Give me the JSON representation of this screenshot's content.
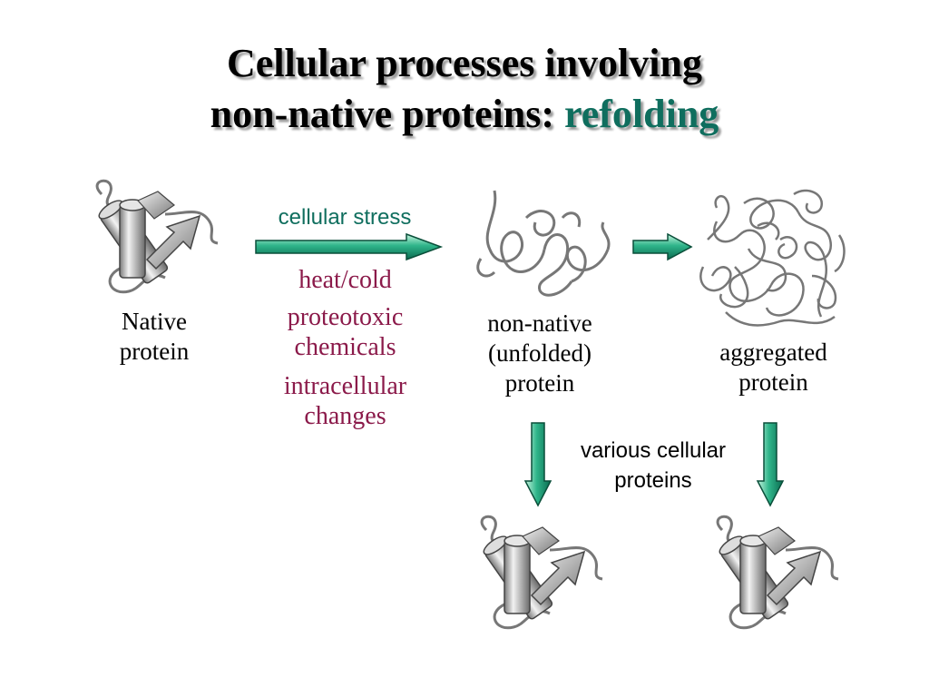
{
  "title": {
    "line1": "Cellular processes involving",
    "line2_prefix": "non-native proteins: ",
    "line2_accent": "refolding"
  },
  "labels": {
    "native": "Native\nprotein",
    "nonnative": "non-native\n(unfolded)\nprotein",
    "aggregated": "aggregated\nprotein",
    "stress": "cellular stress",
    "helpers": "various cellular\nproteins"
  },
  "causes": [
    "heat/cold",
    "proteotoxic\nchemicals",
    "intracellular\nchanges"
  ],
  "colors": {
    "accent": "#0f6e5e",
    "cause_text": "#8b1a4a",
    "arrow_light": "#b8f0d8",
    "arrow_dark": "#0a6b50"
  }
}
